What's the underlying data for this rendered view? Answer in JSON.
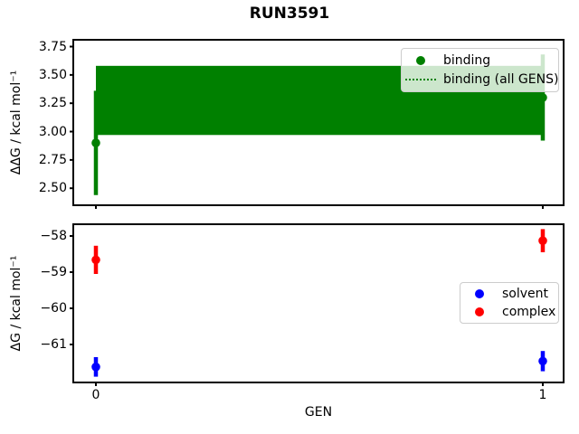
{
  "title": "RUN3591",
  "chart_data": [
    {
      "type": "scatter",
      "panel": "binding-free-energy",
      "ylabel": "ΔΔG / kcal mol⁻¹",
      "xlabel": "",
      "xlim": [
        -0.0506,
        1.0466
      ],
      "ylim": [
        2.35,
        3.81
      ],
      "grid": false,
      "xticks": [
        {
          "label": "0",
          "value": 0
        },
        {
          "label": "1",
          "value": 1
        }
      ],
      "show_xtick_labels": false,
      "yticks": [
        {
          "label": "3.75",
          "value": 3.75
        },
        {
          "label": "3.50",
          "value": 3.5
        },
        {
          "label": "3.25",
          "value": 3.25
        },
        {
          "label": "3.00",
          "value": 3.0
        },
        {
          "label": "2.75",
          "value": 2.75
        },
        {
          "label": "2.50",
          "value": 2.5
        }
      ],
      "band": {
        "label": "binding (all GENS)",
        "color": "#008000",
        "x_range": [
          0,
          1
        ],
        "y_range": [
          2.97,
          3.58
        ],
        "center": 3.28,
        "center_linestyle": "dotted"
      },
      "series": [
        {
          "name": "binding",
          "color": "#008000",
          "marker": "circle",
          "x": [
            0,
            1
          ],
          "y": [
            2.9,
            3.3
          ],
          "yerr": [
            0.46,
            0.38
          ]
        }
      ],
      "legend": {
        "position": "upper-right",
        "entries": [
          {
            "label": "binding",
            "swatch": "dot",
            "color": "#008000"
          },
          {
            "label": "binding (all GENS)",
            "swatch": "dotted-line",
            "color": "#008000"
          }
        ]
      }
    },
    {
      "type": "scatter",
      "panel": "component-free-energy",
      "ylabel": "ΔG / kcal mol⁻¹",
      "xlabel": "GEN",
      "xlim": [
        -0.0506,
        1.0466
      ],
      "ylim": [
        -62.05,
        -57.675
      ],
      "grid": false,
      "xticks": [
        {
          "label": "0",
          "value": 0
        },
        {
          "label": "1",
          "value": 1
        }
      ],
      "show_xtick_labels": true,
      "yticks": [
        {
          "label": "−58",
          "value": -58
        },
        {
          "label": "−59",
          "value": -59
        },
        {
          "label": "−60",
          "value": -60
        },
        {
          "label": "−61",
          "value": -61
        }
      ],
      "series": [
        {
          "name": "solvent",
          "color": "#0000ff",
          "marker": "circle",
          "x": [
            0,
            1
          ],
          "y": [
            -61.62,
            -61.46
          ],
          "yerr": [
            0.27,
            0.28
          ]
        },
        {
          "name": "complex",
          "color": "#ff0000",
          "marker": "circle",
          "x": [
            0,
            1
          ],
          "y": [
            -58.66,
            -58.13
          ],
          "yerr": [
            0.39,
            0.32
          ]
        }
      ],
      "legend": {
        "position": "center-right",
        "entries": [
          {
            "label": "solvent",
            "swatch": "dot",
            "color": "#0000ff"
          },
          {
            "label": "complex",
            "swatch": "dot",
            "color": "#ff0000"
          }
        ]
      }
    }
  ]
}
